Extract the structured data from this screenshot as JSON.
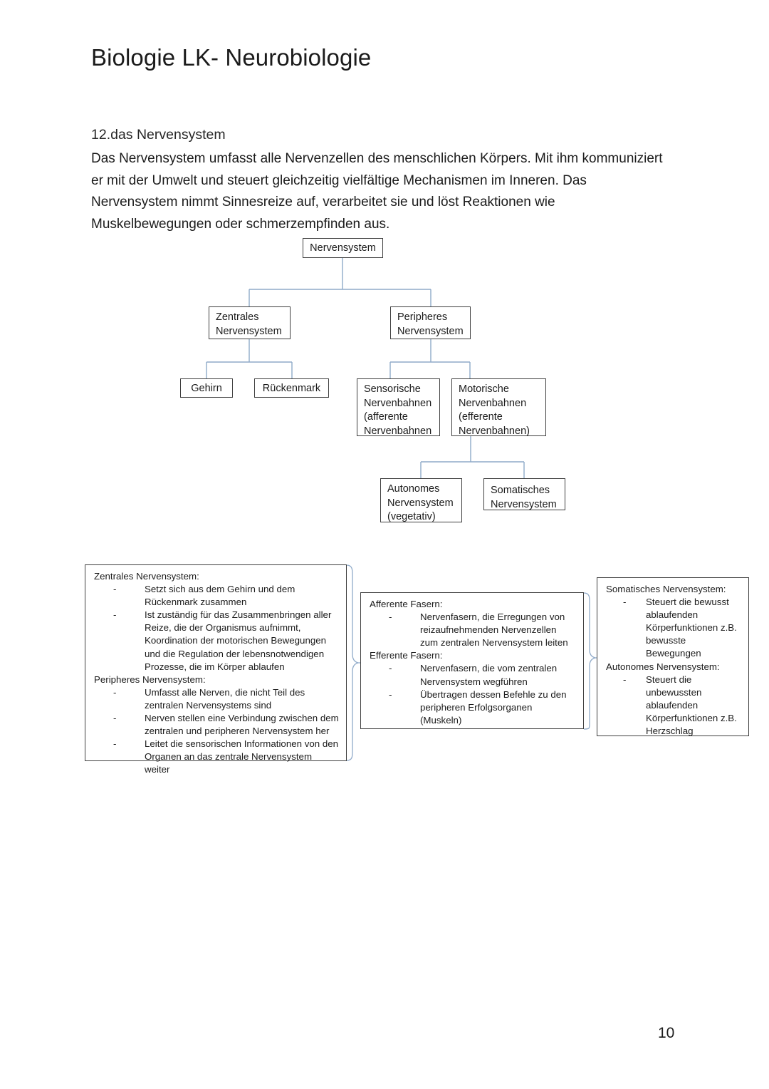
{
  "document": {
    "title": "Biologie LK- Neurobiologie",
    "section_heading": "12.das Nervensystem",
    "intro_paragraph": "Das Nervensystem umfasst alle Nervenzellen des menschlichen Körpers. Mit ihm kommuniziert er mit der Umwelt und steuert gleichzeitig vielfältige Mechanismen im Inneren. Das Nervensystem nimmt Sinnesreize auf, verarbeitet sie und löst Reaktionen wie Muskelbewegungen oder schmerzempfinden aus.",
    "page_number": "10"
  },
  "colors": {
    "connector": "#8faac9",
    "box_border": "#3f3f3f",
    "text": "#1b1b1b",
    "background": "#ffffff"
  },
  "flowchart": {
    "nodes": {
      "root": "Nervensystem",
      "zns": "Zentrales\nNervensystem",
      "pns": "Peripheres\nNervensystem",
      "gehirn": "Gehirn",
      "rueckenmark": "Rückenmark",
      "sensorisch": "Sensorische\nNervenbahnen\n(afferente\nNervenbahnen",
      "motorisch": "Motorische\nNervenbahnen\n(efferente\nNervenbahnen)",
      "autonom": "Autonomes\nNervensystem\n(vegetativ)",
      "somatisch": "Somatisches\nNervensystem"
    },
    "edges": [
      {
        "from": "root",
        "to": "zns"
      },
      {
        "from": "root",
        "to": "pns"
      },
      {
        "from": "zns",
        "to": "gehirn"
      },
      {
        "from": "zns",
        "to": "rueckenmark"
      },
      {
        "from": "pns",
        "to": "sensorisch"
      },
      {
        "from": "pns",
        "to": "motorisch"
      },
      {
        "from": "motorisch",
        "to": "autonom"
      },
      {
        "from": "motorisch",
        "to": "somatisch"
      }
    ]
  },
  "notes": {
    "left": {
      "group1_head": "Zentrales Nervensystem:",
      "group1_items": [
        "Setzt sich aus dem Gehirn und dem Rückenmark zusammen",
        "Ist zuständig für das Zusammenbringen aller Reize, die der Organismus aufnimmt, Koordination der motorischen Bewegungen und die Regulation der lebensnotwendigen Prozesse, die im Körper ablaufen"
      ],
      "group2_head": "Peripheres Nervensystem:",
      "group2_items": [
        "Umfasst alle Nerven, die nicht Teil des zentralen Nervensystems sind",
        "Nerven stellen eine Verbindung zwischen dem zentralen und peripheren Nervensystem her",
        "Leitet die sensorischen Informationen von den Organen an das zentrale Nervensystem weiter"
      ]
    },
    "middle": {
      "group1_head": "Afferente Fasern:",
      "group1_items": [
        "Nervenfasern, die Erregungen von reizaufnehmenden Nervenzellen zum zentralen Nervensystem leiten"
      ],
      "group2_head": "Efferente Fasern:",
      "group2_items": [
        "Nervenfasern, die vom zentralen Nervensystem wegführen",
        "Übertragen dessen Befehle zu den peripheren Erfolgsorganen (Muskeln)"
      ]
    },
    "right": {
      "group1_head": "Somatisches Nervensystem:",
      "group1_items": [
        "Steuert die bewusst ablaufenden Körperfunktionen z.B. bewusste Bewegungen"
      ],
      "group2_head": "Autonomes Nervensystem:",
      "group2_items": [
        "Steuert die unbewussten ablaufenden Körperfunktionen z.B. Herzschlag"
      ]
    },
    "bullet_marker": "-"
  }
}
